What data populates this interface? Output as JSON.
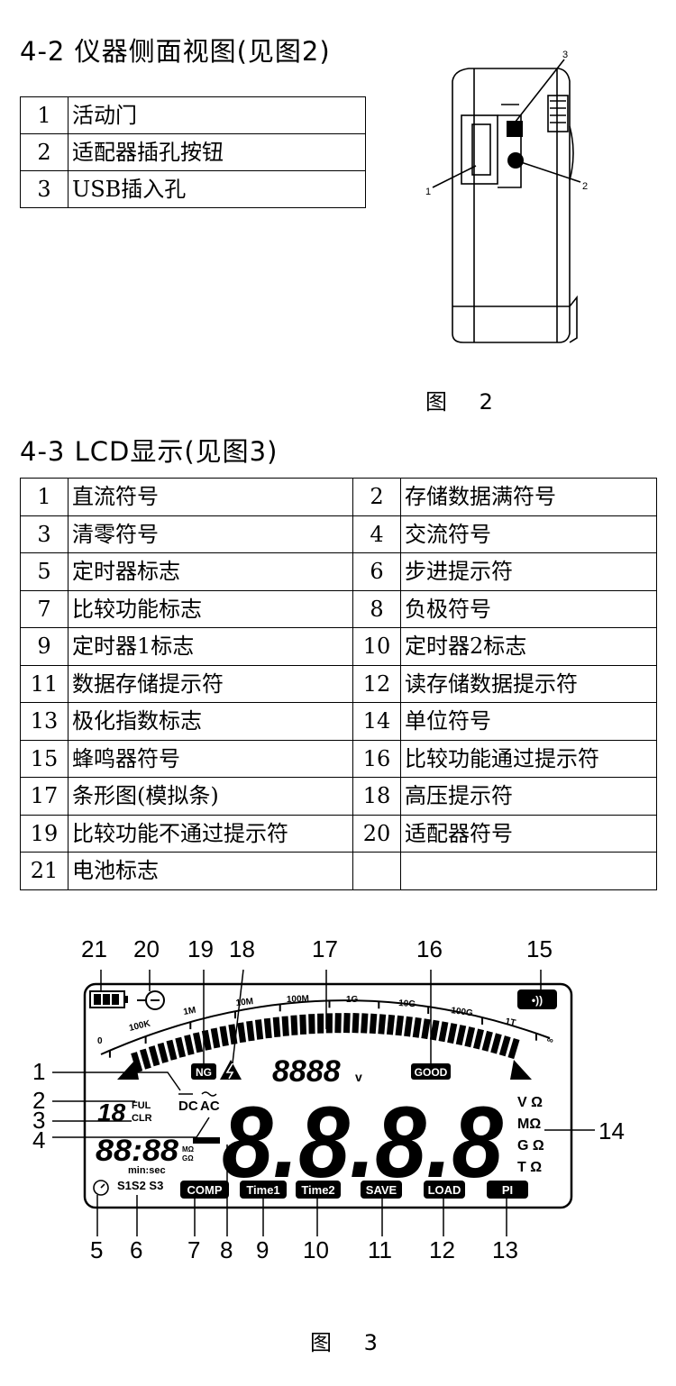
{
  "section1": {
    "title": "4-2 仪器侧面视图(见图2)",
    "rows": [
      {
        "num": "1",
        "text": "活动门"
      },
      {
        "num": "2",
        "text": "适配器插孔按钮"
      },
      {
        "num": "3",
        "text": "USB插入孔"
      }
    ],
    "figure_callouts": [
      "1",
      "2",
      "3"
    ],
    "figure_caption": "图 2"
  },
  "section2": {
    "title": "4-3 LCD显示(见图3)",
    "rows": [
      [
        {
          "num": "1",
          "text": "直流符号"
        },
        {
          "num": "2",
          "text": "存储数据满符号"
        }
      ],
      [
        {
          "num": "3",
          "text": "清零符号"
        },
        {
          "num": "4",
          "text": "交流符号"
        }
      ],
      [
        {
          "num": "5",
          "text": "定时器标志"
        },
        {
          "num": "6",
          "text": "步进提示符"
        }
      ],
      [
        {
          "num": "7",
          "text": "比较功能标志"
        },
        {
          "num": "8",
          "text": "负极符号"
        }
      ],
      [
        {
          "num": "9",
          "text": "定时器1标志"
        },
        {
          "num": "10",
          "text": "定时器2标志"
        }
      ],
      [
        {
          "num": "11",
          "text": "数据存储提示符"
        },
        {
          "num": "12",
          "text": "读存储数据提示符"
        }
      ],
      [
        {
          "num": "13",
          "text": "极化指数标志"
        },
        {
          "num": "14",
          "text": "单位符号"
        }
      ],
      [
        {
          "num": "15",
          "text": "蜂鸣器符号"
        },
        {
          "num": "16",
          "text": "比较功能通过提示符"
        }
      ],
      [
        {
          "num": "17",
          "text": "条形图(模拟条)"
        },
        {
          "num": "18",
          "text": "高压提示符"
        }
      ],
      [
        {
          "num": "19",
          "text": "比较功能不通过提示符"
        },
        {
          "num": "20",
          "text": "适配器符号"
        }
      ],
      [
        {
          "num": "21",
          "text": "电池标志"
        },
        {
          "num": "",
          "text": ""
        }
      ]
    ]
  },
  "lcd": {
    "top_callouts": [
      "21",
      "20",
      "19",
      "18",
      "17",
      "16",
      "15"
    ],
    "left_callouts": [
      "1",
      "2",
      "3",
      "4"
    ],
    "right_callouts": [
      "14"
    ],
    "bottom_callouts": [
      "5",
      "6",
      "7",
      "8",
      "9",
      "10",
      "11",
      "12",
      "13"
    ],
    "scale_labels": [
      "0",
      "100K",
      "1M",
      "10M",
      "100M",
      "1G",
      "10G",
      "100G",
      "1T",
      "∞"
    ],
    "bar_readout": "8888",
    "bar_unit": "v",
    "tag_ng": "NG",
    "tag_good": "GOOD",
    "dc": "DC",
    "ac": "AC",
    "ful": "FUL",
    "clr": "CLR",
    "store_digits": "18",
    "main_digits": "8.8.8.8",
    "sub_digits": "88:88",
    "sub_unit_top": "MΩ",
    "sub_unit_bottom": "GΩ",
    "min_sec": "min:sec",
    "steps": "S1S2 S3",
    "units": [
      "V Ω",
      "MΩ",
      "G Ω",
      "T Ω"
    ],
    "buttons": [
      "COMP",
      "Time1",
      "Time2",
      "SAVE",
      "LOAD",
      "PI"
    ],
    "figure_caption": "图 3"
  }
}
